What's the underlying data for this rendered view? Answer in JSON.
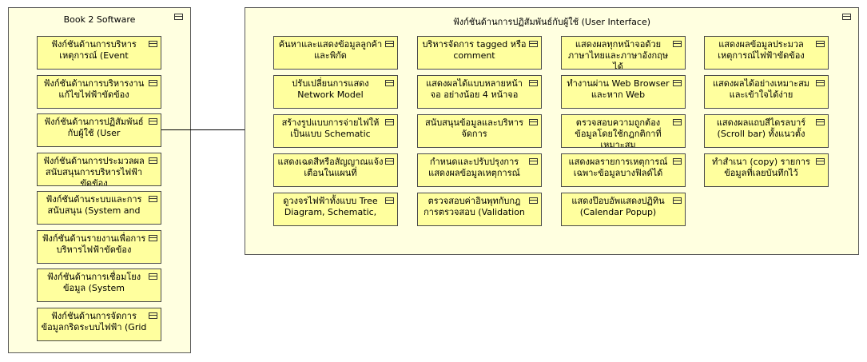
{
  "diagram": {
    "left_group": {
      "title": "Book 2 Software",
      "items": [
        "ฟังก์ชันด้านการบริหารเหตุการณ์ (Event",
        "ฟังก์ชันด้านการบริหารงานแก้ไขไฟฟ้าขัดข้อง",
        "ฟังก์ชันด้านการปฏิสัมพันธ์กับผู้ใช้ (User",
        "ฟังก์ชันด้านการประมวลผลสนับสนุนการบริหารไฟฟ้าขัดข้อง",
        "ฟังก์ชันด้านระบบและการสนับสนุน (System and",
        "ฟังก์ชันด้านรายงานเพื่อการบริหารไฟฟ้าขัดข้อง",
        "ฟังก์ชันด้านการเชื่อมโยงข้อมูล (System",
        "ฟังก์ชันด้านการจัดการข้อมูลกริดระบบไฟฟ้า (Grid"
      ]
    },
    "right_group": {
      "title": "ฟังก์ชันด้านการปฏิสัมพันธ์กับผู้ใช้ (User Interface)",
      "columns": [
        [
          "ค้นหาและแสดงข้อมูลลูกค้าและพิกัด",
          "ปรับเปลี่ยนการแสดง Network Model",
          "สร้างรูปแบบการจ่ายไฟให้เป็นแบบ Schematic",
          "แสดงเฉดสีหรือสัญญาณแจ้งเตือนในแผนที่",
          "ดูวงจรไฟฟ้าทั้งแบบ Tree Diagram, Schematic,"
        ],
        [
          "บริหารจัดการ tagged หรือ comment",
          "แสดงผลได้แบบหลายหน้าจอ อย่างน้อย 4 หน้าจอ",
          "สนับสนุนข้อมูลและบริหารจัดการ",
          "กำหนดและปรับปรุงการแสดงผลข้อมูลเหตุการณ์",
          "ตรวจสอบค่าอินพุทกับกฎการตรวจสอบ (Validation"
        ],
        [
          "แสดงผลทุกหน้าจอด้วยภาษาไทยและภาษาอังกฤษได้",
          "ทำงานผ่าน Web Browser และหาก Web",
          "ตรวจสอบความถูกต้องข้อมูลโดยใช้กฎกติกาที่เหมาะสม",
          "แสดงผลรายการเหตุการณ์เฉพาะข้อมูลบางฟิลด์ได้",
          "แสดงป๊อบอัพแสดงปฏิทิน (Calendar Popup)"
        ],
        [
          "แสดงผลข้อมูลประมวลเหตุการณ์ไฟฟ้าขัดข้อง",
          "แสดงผลได้อย่างเหมาะสมและเข้าใจได้ง่าย",
          "แสดงผลแถบสีไดรลบาร์ (Scroll bar) ทั้งแนวตั้ง",
          "ทำสำเนา (copy) รายการข้อมูลที่เลยบันทึกไว้"
        ]
      ]
    }
  }
}
